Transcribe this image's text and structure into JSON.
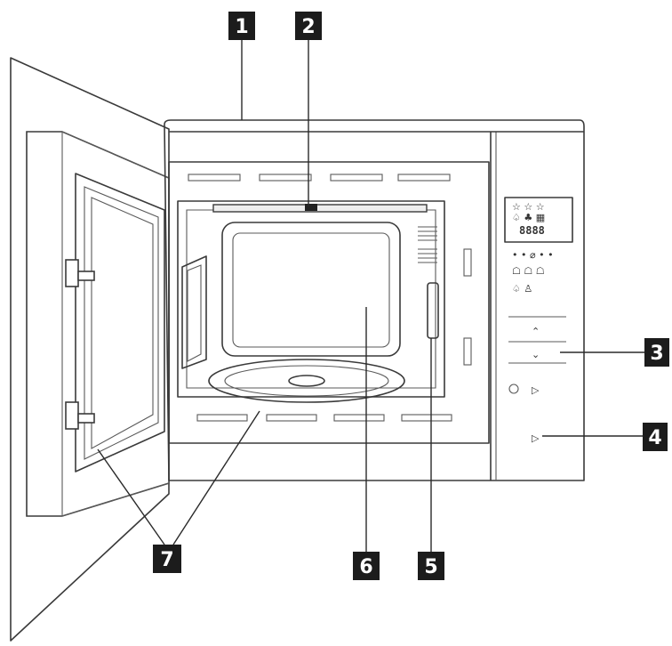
{
  "callouts": [
    {
      "label": "1"
    },
    {
      "label": "2"
    },
    {
      "label": "3"
    },
    {
      "label": "4"
    },
    {
      "label": "5"
    },
    {
      "label": "6"
    },
    {
      "label": "7"
    }
  ],
  "panel": {
    "display_digits": "8888",
    "button_up_glyph": "⌃",
    "button_down_glyph": "⌄",
    "start_glyph": "▷"
  }
}
